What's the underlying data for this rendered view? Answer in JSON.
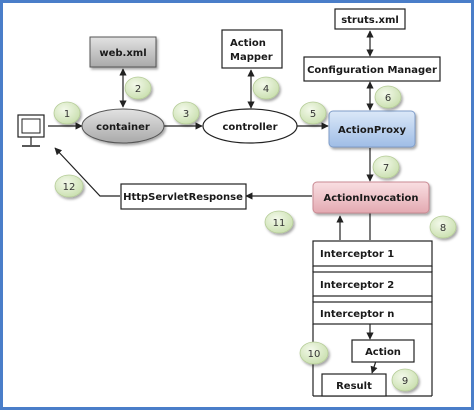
{
  "nodes": {
    "web_xml": "web.xml",
    "action_mapper_line1": "Action",
    "action_mapper_line2": "Mapper",
    "struts_xml": "struts.xml",
    "configuration_manager": "Configuration Manager",
    "container": "container",
    "controller": "controller",
    "action_proxy": "ActionProxy",
    "action_invocation": "ActionInvocation",
    "http_servlet_response": "HttpServletResponse",
    "interceptor_1": "Interceptor 1",
    "interceptor_2": "Interceptor 2",
    "interceptor_n": "Interceptor n",
    "action": "Action",
    "result": "Result"
  },
  "steps": [
    "1",
    "2",
    "3",
    "4",
    "5",
    "6",
    "7",
    "8",
    "9",
    "10",
    "11",
    "12"
  ],
  "colors": {
    "frame": "#4a7ec9",
    "container_fill": "#b8b8b8",
    "web_xml_fill": "#c8c8c8",
    "action_proxy_fill": "#bcd3ef",
    "action_invocation_fill": "#f0c6cc",
    "badge_fill": "#dbecc3",
    "line": "#222222"
  },
  "icons": {
    "client": "monitor-icon"
  }
}
